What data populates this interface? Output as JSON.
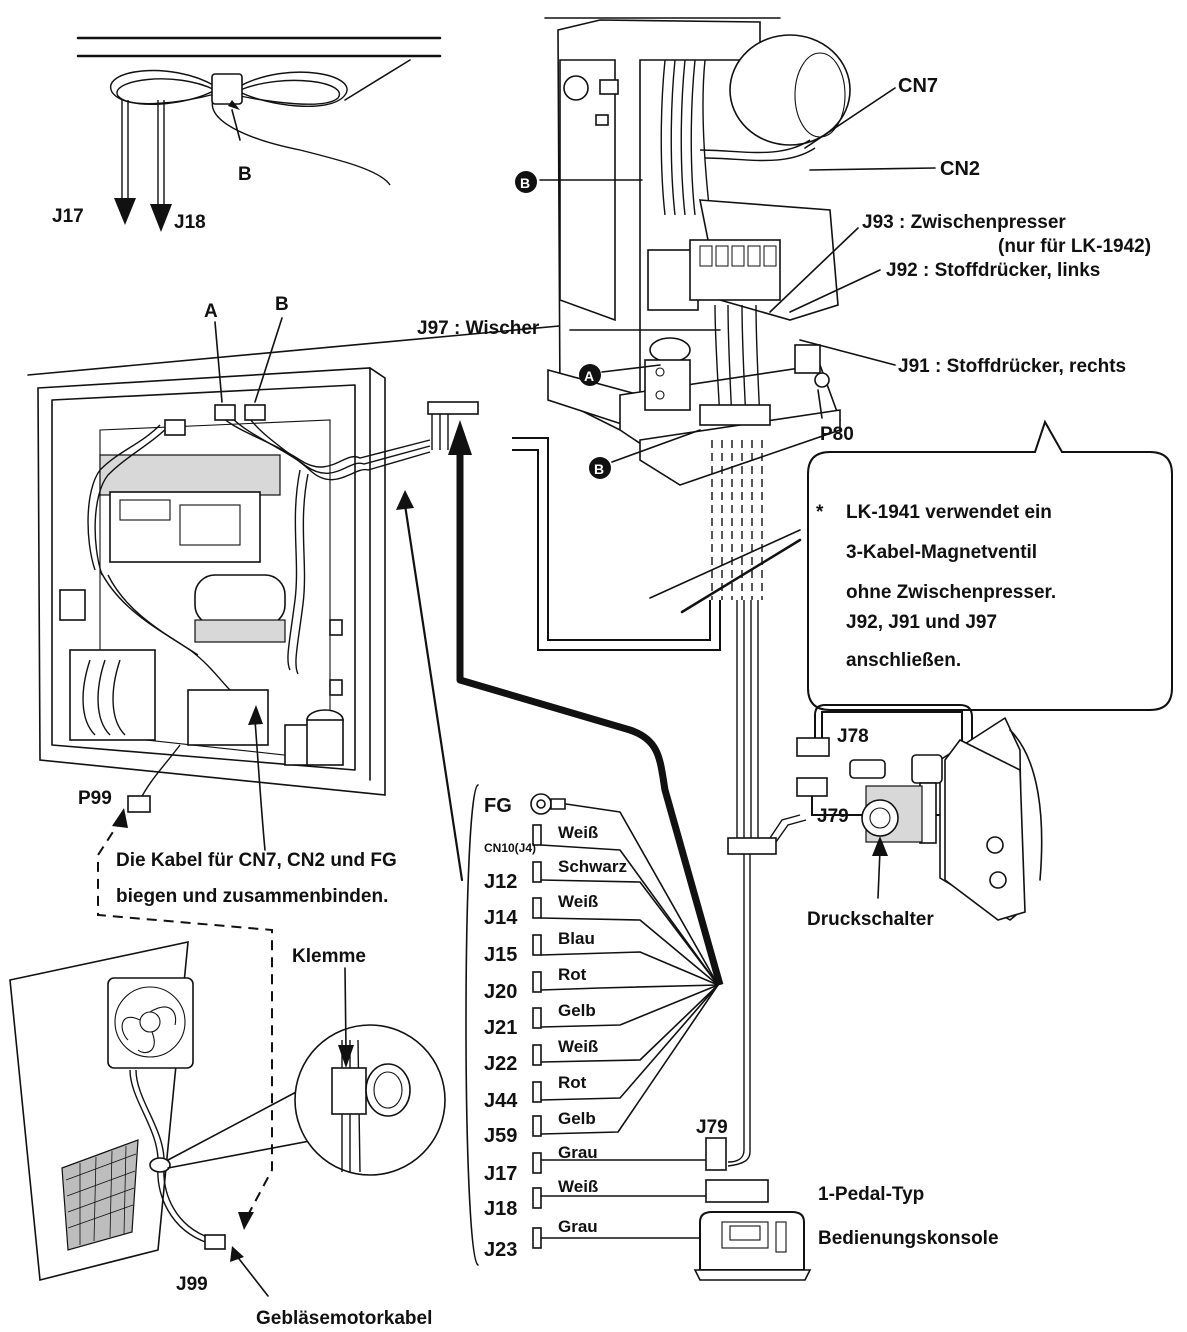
{
  "callouts": {
    "top_inset": {
      "b": "B",
      "j17": "J17",
      "j18": "J18"
    },
    "box": {
      "a": "A",
      "b": "B"
    },
    "head": {
      "cn7": "CN7",
      "cn2": "CN2",
      "b_top": "B",
      "j93": "J93 : Zwischenpresser",
      "j93_note": "(nur für LK-1942)",
      "j92": "J92 : Stoffdrücker, links",
      "j97": "J97 : Wischer",
      "a_mark": "A",
      "j91": "J91 : Stoffdrücker, rechts",
      "p80": "P80",
      "b_bottom": "B"
    },
    "note": {
      "star": "*",
      "lines": [
        "LK-1941 verwendet ein",
        "3-Kabel-Magnetventil",
        "ohne Zwischenpresser.",
        "J92, J91 und J97",
        "anschließen."
      ]
    },
    "pneumatic": {
      "j78": "J78",
      "j79": "J79",
      "switch": "Druckschalter"
    },
    "bundle": {
      "p99": "P99",
      "instruction_lines": [
        "Die Kabel für CN7, CN2 und FG",
        "biegen und zusammenbinden."
      ]
    },
    "fan": {
      "clamp": "Klemme",
      "j99": "J99",
      "motor_cable": "Gebläsemotorkabel"
    },
    "connectors": [
      {
        "id": "FG",
        "color": ""
      },
      {
        "id": "CN10(J4)",
        "color": "Weiß"
      },
      {
        "id": "J12",
        "color": "Schwarz"
      },
      {
        "id": "J14",
        "color": "Weiß"
      },
      {
        "id": "J15",
        "color": "Blau"
      },
      {
        "id": "J20",
        "color": "Rot"
      },
      {
        "id": "J21",
        "color": "Gelb"
      },
      {
        "id": "J22",
        "color": "Weiß"
      },
      {
        "id": "J44",
        "color": "Rot"
      },
      {
        "id": "J59",
        "color": "Gelb"
      },
      {
        "id": "J17",
        "color": "Grau"
      },
      {
        "id": "J18",
        "color": "Weiß"
      },
      {
        "id": "J23",
        "color": "Grau"
      }
    ],
    "lower_right": {
      "j79": "J79",
      "pedal": "1-Pedal-Typ",
      "console": "Bedienungskonsole"
    }
  }
}
